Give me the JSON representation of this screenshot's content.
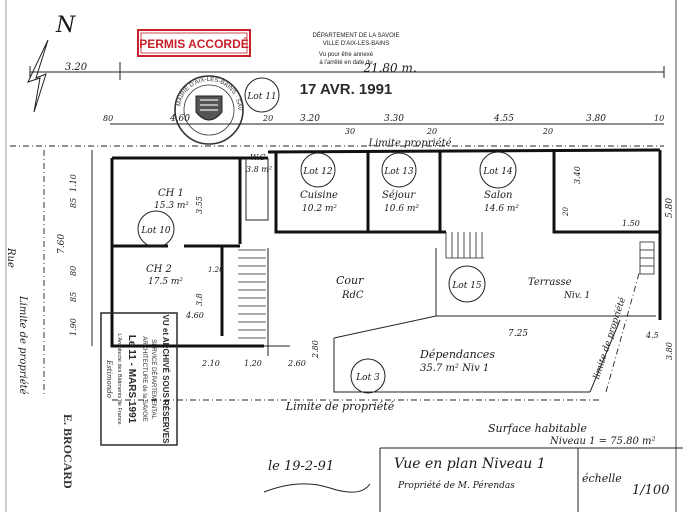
{
  "colors": {
    "ink": "#1a1a1a",
    "stamp_red": "#c8202a",
    "stamp_black": "#2a2a2a"
  },
  "north": "N",
  "header": {
    "permis": "PERMIS ACCORDÉ",
    "dept_line1": "DÉPARTEMENT DE LA SAVOIE",
    "dept_line2": "VILLE D'AIX-LES-BAINS",
    "annex_line1": "Vu pour être annexé",
    "annex_line2": "à l'arrêté en date du",
    "date": "17 AVR. 1991",
    "seal_text": "MAIRIE D'AIX-LES-BAINS · SAVOIE"
  },
  "dimensions": {
    "left_offset": "3.20",
    "total": "21.80 m.",
    "top": [
      "80",
      "4.60",
      "20",
      "3.20",
      "30",
      "3.30",
      "20",
      "4.55",
      "20",
      "3.80",
      "10"
    ],
    "left": [
      "1.10",
      "85",
      "7.60",
      "80",
      "85",
      "1.90",
      "3.55",
      "3.8",
      "1.20",
      "4.60",
      "2.10",
      "1.20",
      "2.60",
      "2.80",
      "1.50",
      "3.40",
      "20",
      "5.80",
      "3.80",
      "4.5",
      "7.25"
    ]
  },
  "lots": [
    "Lot 11",
    "Lot 10",
    "Lot 12",
    "Lot 13",
    "Lot 14",
    "Lot 15",
    "Lot 3"
  ],
  "rooms": [
    {
      "name": "CH 1",
      "area": "15.3 m²"
    },
    {
      "name": "CH 2",
      "area": "17.5 m²"
    },
    {
      "name": "W.C",
      "area": "3.8 m²"
    },
    {
      "name": "Cuisine",
      "area": "10.2 m²"
    },
    {
      "name": "Séjour",
      "area": "10.6 m²"
    },
    {
      "name": "Salon",
      "area": "14.6 m²"
    },
    {
      "name": "Cour",
      "area": "RdC"
    },
    {
      "name": "Terrasse",
      "area": "Niv. 1"
    },
    {
      "name": "Dépendances",
      "area": "35.7 m²   Niv 1"
    }
  ],
  "labels": {
    "limit_top": "Limite propriété",
    "limit_bottom": "Limite de propriété",
    "limit_left": "Limite de propriété",
    "limit_right": "limite de propriété",
    "vertical_rue": "Rue",
    "surface_title": "Surface habitable",
    "surface_value": "Niveau 1 = 75.80 m²",
    "sig_date": "le 19-2-91",
    "title": "Vue en plan Niveau 1",
    "owner": "Propriété de M. Pérendas",
    "scale_label": "échelle",
    "scale_value": "1/100",
    "architect": "E. BROCARD"
  },
  "stamp_big": [
    "VU et ARCHIVÉ SOUS RÉSERVES",
    "SERVICE DÉPARTEMENTAL",
    "ARCHITECTURE de la SAVOIE",
    "Le 11 - MARS 1991",
    "L'Architecte des Bâtiments de France",
    "Estimondo"
  ]
}
